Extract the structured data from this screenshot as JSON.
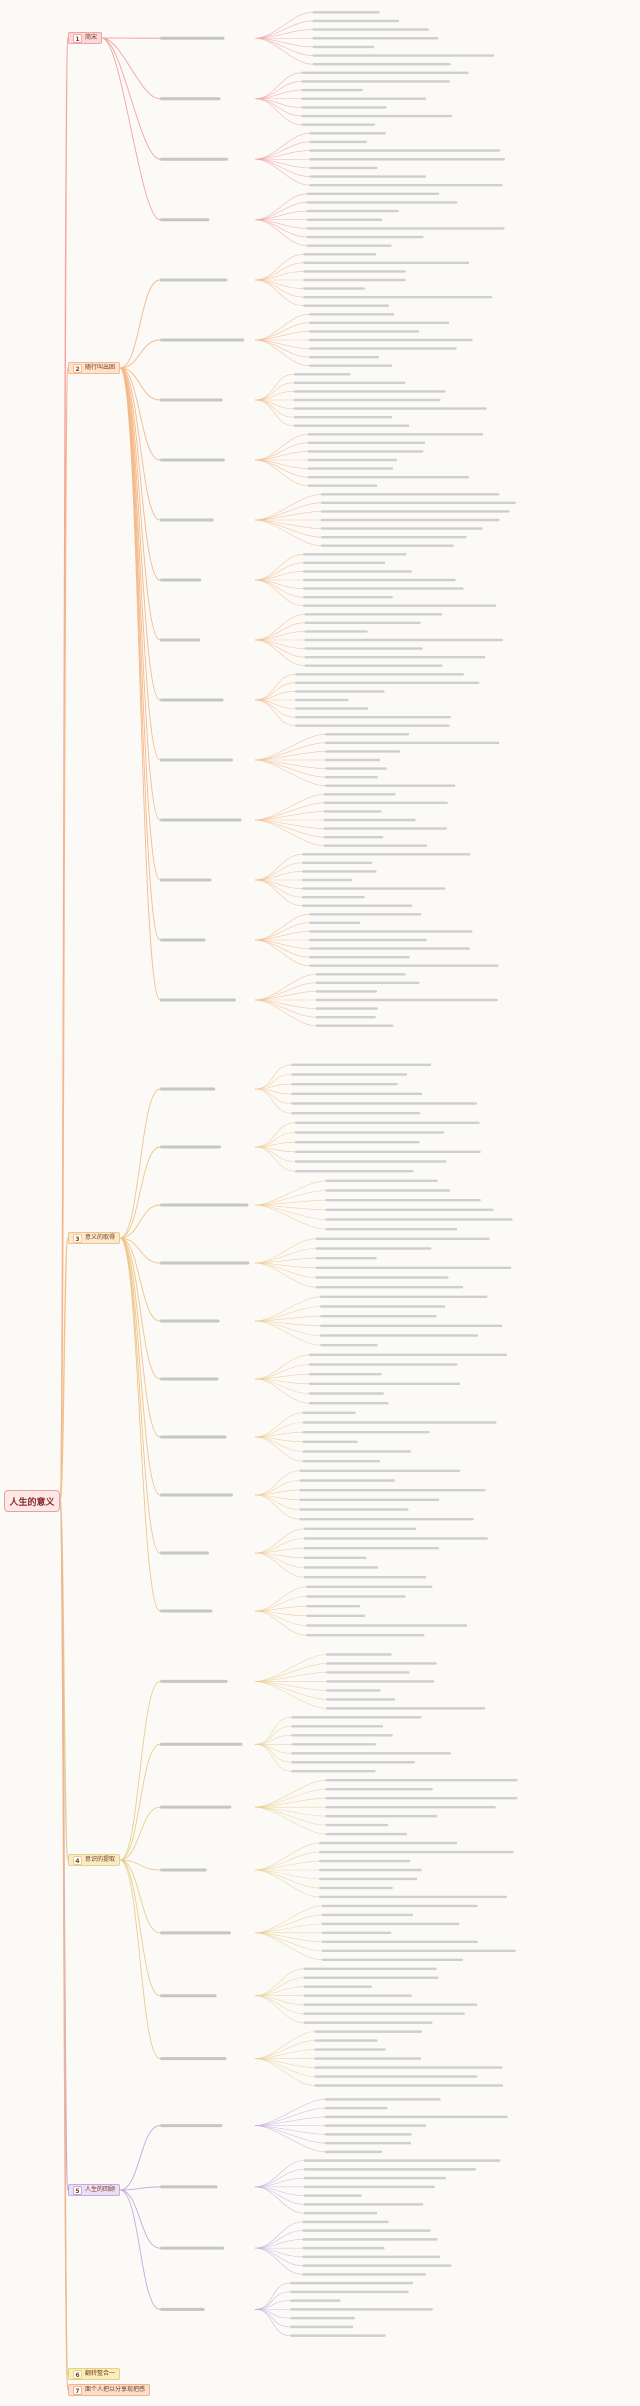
{
  "root": {
    "label": "人生的意义"
  },
  "branches": [
    {
      "num": "1",
      "label": "简宋",
      "color": "#f4a3a3",
      "bg": "#fbd9d9"
    },
    {
      "num": "2",
      "label": "随行叫出困",
      "color": "#f5b98a",
      "bg": "#fde3cf"
    },
    {
      "num": "3",
      "label": "意义的取得",
      "color": "#f0c58a",
      "bg": "#fbe9cf"
    },
    {
      "num": "4",
      "label": "意识的提取",
      "color": "#e9cf8e",
      "bg": "#f8ecc8"
    },
    {
      "num": "5",
      "label": "人生的回顾",
      "color": "#c7a9e0",
      "bg": "#ebdff5"
    },
    {
      "num": "6",
      "label": "翻转整合一",
      "color": "#e7d27a",
      "bg": "#f7eebf"
    },
    {
      "num": "7",
      "label": "面个人把以分享现把感",
      "color": "#f0b48f",
      "bg": "#fbdfcd"
    }
  ],
  "colors": {
    "line_pink": "#e6a3a3",
    "line_orange": "#eebf94",
    "line_purple": "#c9addf",
    "text": "#555555"
  }
}
